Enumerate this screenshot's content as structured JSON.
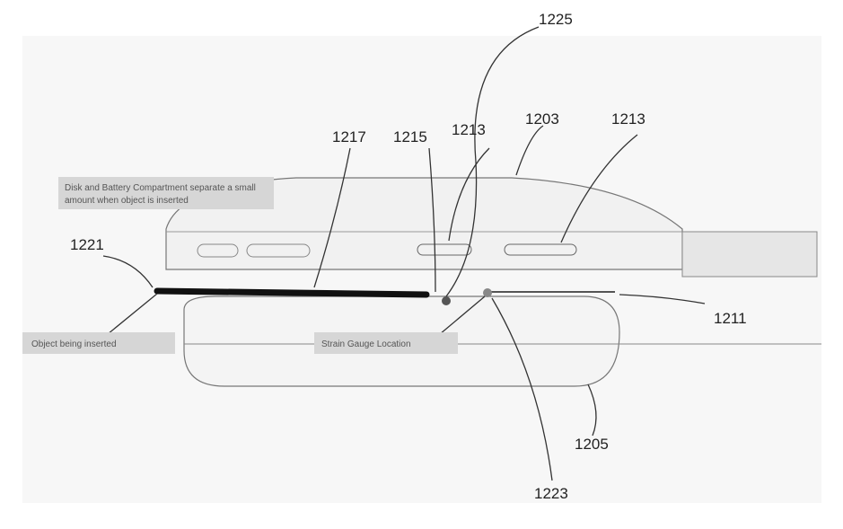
{
  "labels": {
    "n1225": "1225",
    "n1203": "1203",
    "n1217": "1217",
    "n1215": "1215",
    "n1213a": "1213",
    "n1213b": "1213",
    "n1221": "1221",
    "n1211": "1211",
    "n1205": "1205",
    "n1223": "1223"
  },
  "captions": {
    "compartment_line1": "Disk and Battery Compartment separate a small",
    "compartment_line2": "amount when object is inserted",
    "object": "Object being inserted",
    "strain": "Strain Gauge Location"
  },
  "colors": {
    "line": "#444444",
    "caption_bg": "#d6d6d6",
    "shade": "#eeeeee"
  }
}
